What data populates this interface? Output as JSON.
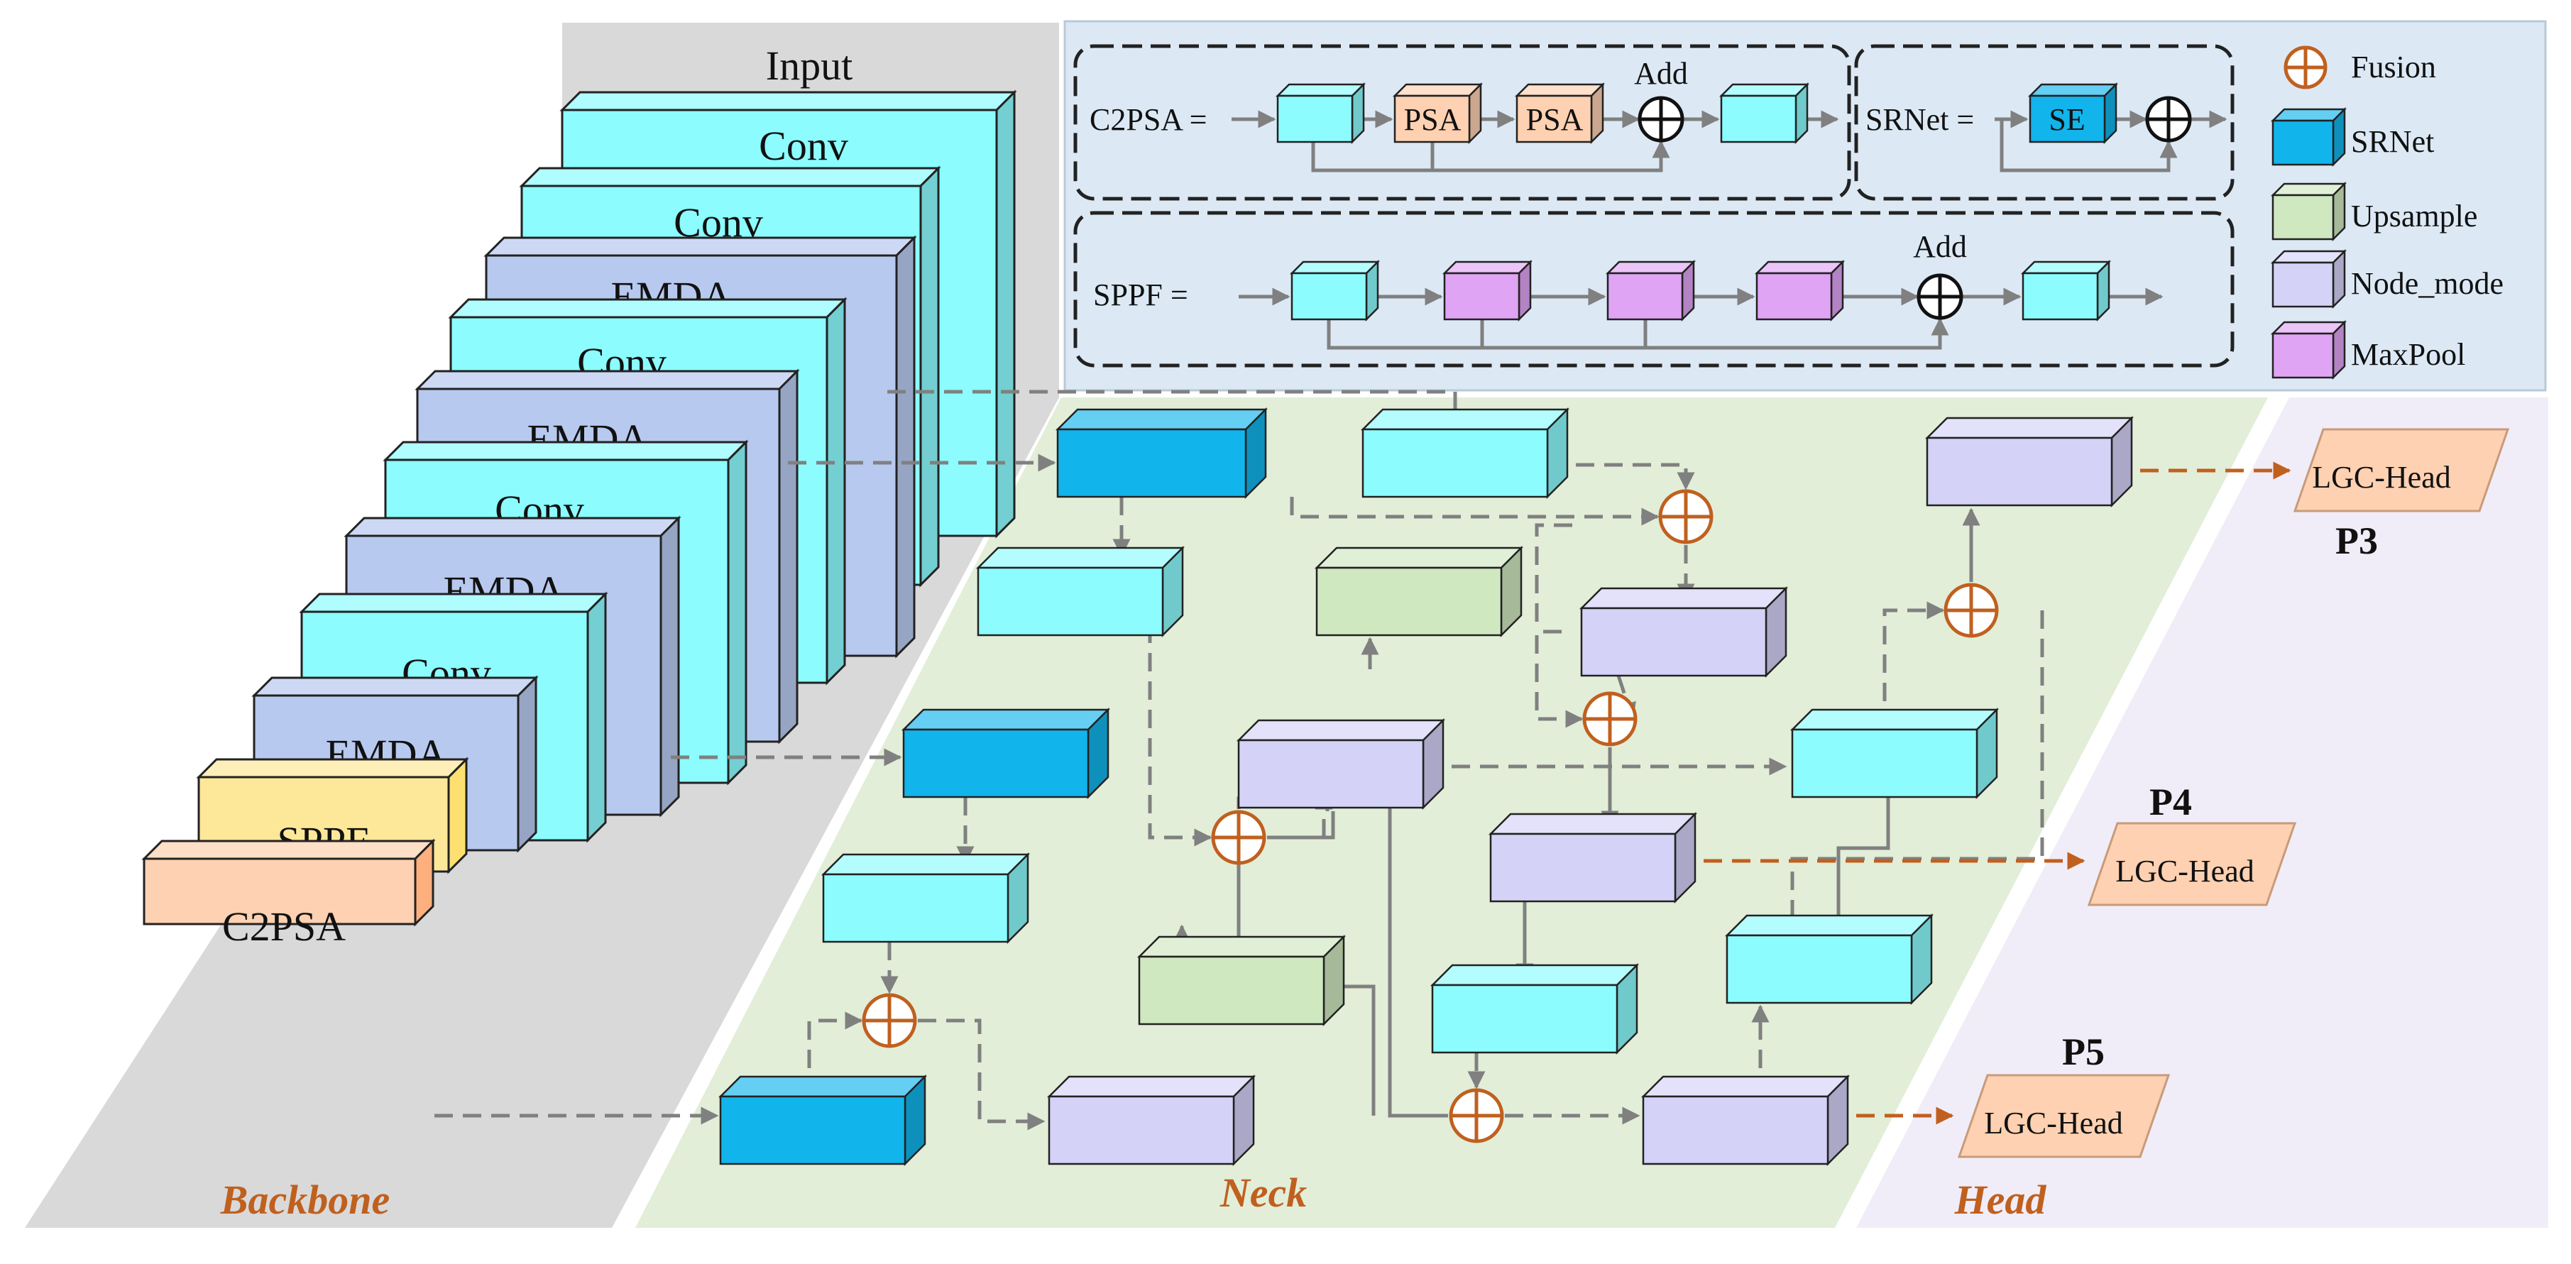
{
  "diagram": {
    "input_label": "Input",
    "backbone_layers": [
      "Conv",
      "Conv",
      "EMDA",
      "Conv",
      "EMDA",
      "Conv",
      "EMDA",
      "Conv",
      "EMDA",
      "SPPF",
      "C2PSA"
    ],
    "sections": {
      "backbone": "Backbone",
      "neck": "Neck",
      "head": "Head"
    },
    "c2psa": {
      "label": "C2PSA =",
      "blocks": [
        "PSA",
        "PSA"
      ],
      "add": "Add"
    },
    "srnet": {
      "label": "SRNet =",
      "block": "SE"
    },
    "sppf": {
      "label": "SPPF =",
      "add": "Add"
    },
    "legend": [
      {
        "label": "Fusion",
        "color": "#c0601f"
      },
      {
        "label": "SRNet",
        "color": "#12b4ec"
      },
      {
        "label": "Upsample",
        "color": "#cfe8c0"
      },
      {
        "label": "Node_mode",
        "color": "#d4d2f7"
      },
      {
        "label": "MaxPool",
        "color": "#e0a4f4"
      }
    ],
    "heads": [
      {
        "name": "P3",
        "label": "LGC-Head"
      },
      {
        "name": "P4",
        "label": "LGC-Head"
      },
      {
        "name": "P5",
        "label": "LGC-Head"
      }
    ],
    "colors": {
      "conv": "#8cfcff",
      "emda": "#b8c9ef",
      "sppf": "#fde89a",
      "c2psa": "#fdd1b1",
      "srnet": "#12b4ec",
      "upsample": "#cfe8c0",
      "node": "#d4d2f7",
      "maxpool": "#e0a4f4",
      "psa": "#fdd1b1",
      "fusion": "#c0601f"
    }
  }
}
